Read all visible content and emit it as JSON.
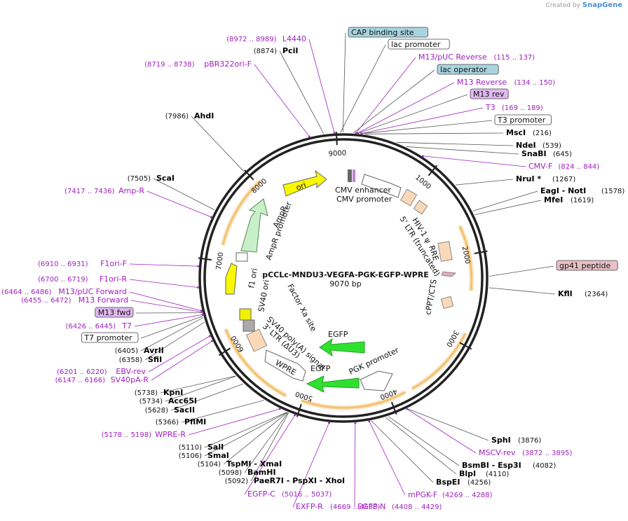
{
  "credit": {
    "prefix": "Created by",
    "brand": "SnapGene"
  },
  "plasmid": {
    "name": "pCCLc-MNDU3-VEGFA-PGK-EGFP-WPRE",
    "length": "9070 bp",
    "total_bp": 9070
  },
  "colors": {
    "enzyme": "#000000",
    "primer": "#a020c0",
    "leader": "#555555",
    "primer_leader": "#a020c0"
  },
  "ticks": [
    {
      "bp": 1000,
      "label": "1000"
    },
    {
      "bp": 2000,
      "label": "2000"
    },
    {
      "bp": 3000,
      "label": "3000"
    },
    {
      "bp": 4000,
      "label": "4000"
    },
    {
      "bp": 5000,
      "label": "5000"
    },
    {
      "bp": 6000,
      "label": "6000"
    },
    {
      "bp": 7000,
      "label": "7000"
    },
    {
      "bp": 8000,
      "label": "8000"
    },
    {
      "bp": 9000,
      "label": "9000"
    }
  ],
  "labels": [
    {
      "kind": "box",
      "text": "CAP binding site",
      "fill": "#a8d4e0",
      "bp": 9065
    },
    {
      "kind": "box",
      "text": "lac promoter",
      "fill": "#ffffff",
      "bp": 9040
    },
    {
      "kind": "primer",
      "text": "M13/pUC Reverse",
      "range": "(115 .. 137)",
      "bp": 126
    },
    {
      "kind": "box",
      "text": "lac operator",
      "fill": "#a8d4e0",
      "bp": 100
    },
    {
      "kind": "primer",
      "text": "M13 Reverse",
      "range": "(134 .. 150)",
      "bp": 142
    },
    {
      "kind": "box",
      "text": "M13 rev",
      "fill": "#e0b8f0",
      "bp": 150
    },
    {
      "kind": "primer",
      "text": "T3",
      "range": "(169 .. 189)",
      "bp": 179
    },
    {
      "kind": "box",
      "text": "T3 promoter",
      "fill": "#ffffff",
      "bp": 185
    },
    {
      "kind": "enzyme",
      "text": "MscI",
      "pos": "(216)",
      "bp": 216
    },
    {
      "kind": "enzyme",
      "text": "NdeI",
      "pos": "(539)",
      "bp": 539
    },
    {
      "kind": "enzyme",
      "text": "SnaBI",
      "pos": "(645)",
      "bp": 645
    },
    {
      "kind": "primer",
      "text": "CMV-F",
      "range": "(824 .. 844)",
      "bp": 834
    },
    {
      "kind": "enzyme",
      "text": "NruI *",
      "pos": "(1267)",
      "bp": 1267
    },
    {
      "kind": "enzyme",
      "text": "EagI - NotI",
      "pos": "(1578)",
      "bp": 1578
    },
    {
      "kind": "enzyme",
      "text": "MfeI",
      "pos": "(1619)",
      "bp": 1619
    },
    {
      "kind": "box",
      "text": "gp41 peptide",
      "fill": "#e8c0c8",
      "bp": 2250
    },
    {
      "kind": "enzyme",
      "text": "KflI",
      "pos": "(2364)",
      "bp": 2364
    },
    {
      "kind": "enzyme",
      "text": "SphI",
      "pos": "(3876)",
      "bp": 3876
    },
    {
      "kind": "primer",
      "text": "MSCV-rev",
      "range": "(3872 .. 3895)",
      "bp": 3883
    },
    {
      "kind": "enzyme",
      "text": "BsmBI - Esp3I",
      "pos": "(4082)",
      "bp": 4082
    },
    {
      "kind": "enzyme",
      "text": "BlpI",
      "pos": "(4110)",
      "bp": 4110
    },
    {
      "kind": "enzyme",
      "text": "BspEI",
      "pos": "(4256)",
      "bp": 4256
    },
    {
      "kind": "primer",
      "text": "mPGK-F",
      "range": "(4269 .. 4288)",
      "bp": 4278
    },
    {
      "kind": "primer",
      "text": "EGFP-N",
      "range": "(4408 .. 4429)",
      "bp": 4418
    },
    {
      "kind": "primer",
      "text": "EXFP-R",
      "range": "(4669 .. 4688)",
      "bp": 4678
    },
    {
      "kind": "primer",
      "text": "EGFP-C",
      "range": "(5016 .. 5037)",
      "bp": 5026
    },
    {
      "kind": "enzyme",
      "text": "PaeR7I - PspXI - XhoI",
      "pos": "(5092)",
      "bp": 5092
    },
    {
      "kind": "enzyme",
      "text": "BamHI",
      "pos": "(5098)",
      "bp": 5098
    },
    {
      "kind": "enzyme",
      "text": "TspMI - XmaI",
      "pos": "(5104)",
      "bp": 5104
    },
    {
      "kind": "enzyme",
      "text": "SmaI",
      "pos": "(5106)",
      "bp": 5106
    },
    {
      "kind": "enzyme",
      "text": "SalI",
      "pos": "(5110)",
      "bp": 5110
    },
    {
      "kind": "primer",
      "text": "WPRE-R",
      "range": "(5178 .. 5198)",
      "bp": 5188
    },
    {
      "kind": "enzyme",
      "text": "PflMI",
      "pos": "(5366)",
      "bp": 5366
    },
    {
      "kind": "enzyme",
      "text": "SacII",
      "pos": "(5628)",
      "bp": 5628
    },
    {
      "kind": "enzyme",
      "text": "Acc65I",
      "pos": "(5734)",
      "bp": 5734
    },
    {
      "kind": "enzyme",
      "text": "KpnI",
      "pos": "(5738)",
      "bp": 5738
    },
    {
      "kind": "primer",
      "text": "SV40pA-R",
      "range": "(6147 .. 6166)",
      "bp": 6156
    },
    {
      "kind": "primer",
      "text": "EBV-rev",
      "range": "(6201 .. 6220)",
      "bp": 6210
    },
    {
      "kind": "enzyme",
      "text": "SfiI",
      "pos": "(6358)",
      "bp": 6358
    },
    {
      "kind": "enzyme",
      "text": "AvrII",
      "pos": "(6405)",
      "bp": 6405
    },
    {
      "kind": "box",
      "text": "T7 promoter",
      "fill": "#ffffff",
      "bp": 6420
    },
    {
      "kind": "primer",
      "text": "T7",
      "range": "(6426 .. 6445)",
      "bp": 6435
    },
    {
      "kind": "box",
      "text": "M13 fwd",
      "fill": "#e0b8f0",
      "bp": 6455
    },
    {
      "kind": "primer",
      "text": "M13 Forward",
      "range": "(6455 .. 6472)",
      "bp": 6463
    },
    {
      "kind": "primer",
      "text": "M13/pUC Forward",
      "range": "(6464 .. 6486)",
      "bp": 6475
    },
    {
      "kind": "primer",
      "text": "F1ori-R",
      "range": "(6700 .. 6719)",
      "bp": 6709
    },
    {
      "kind": "primer",
      "text": "F1ori-F",
      "range": "(6910 .. 6931)",
      "bp": 6920
    },
    {
      "kind": "primer",
      "text": "Amp-R",
      "range": "(7417 .. 7436)",
      "bp": 7426
    },
    {
      "kind": "enzyme",
      "text": "ScaI",
      "pos": "(7505)",
      "bp": 7505
    },
    {
      "kind": "enzyme",
      "text": "AhdI",
      "pos": "(7986)",
      "bp": 7986
    },
    {
      "kind": "primer",
      "text": "pBR322ori-F",
      "range": "(8719 .. 8738)",
      "bp": 8728
    },
    {
      "kind": "enzyme",
      "text": "PciI",
      "pos": "(8874)",
      "bp": 8874
    },
    {
      "kind": "primer",
      "text": "L4440",
      "range": "(8972 .. 8989)",
      "bp": 8980
    }
  ],
  "features": [
    {
      "text": "CMV enhancer"
    },
    {
      "text": "CMV promoter"
    },
    {
      "text": "5' LTR (truncated)"
    },
    {
      "text": "HIV-1 ψ"
    },
    {
      "text": "RRE"
    },
    {
      "text": "cPPT/CTS"
    },
    {
      "text": "PGK promoter"
    },
    {
      "text": "EGFP"
    },
    {
      "text": "EGFP"
    },
    {
      "text": "WPRE"
    },
    {
      "text": "3' LTR (ΔU3)"
    },
    {
      "text": "SV40 poly(A) signal"
    },
    {
      "text": "Factor Xa site"
    },
    {
      "text": "SV40 ori"
    },
    {
      "text": "f1 ori"
    },
    {
      "text": "AmpR promoter"
    },
    {
      "text": "AmpR"
    },
    {
      "text": "ori"
    }
  ]
}
